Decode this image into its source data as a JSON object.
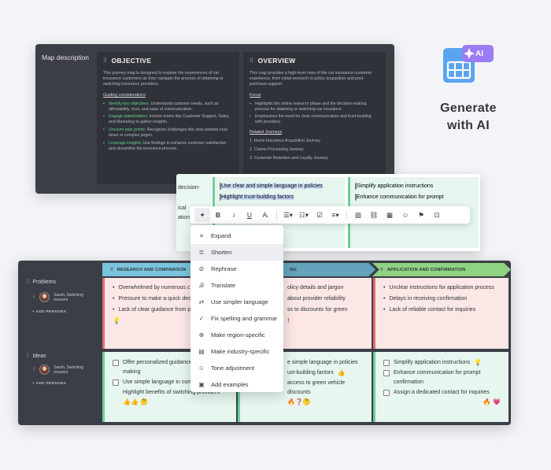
{
  "description": {
    "label": "Map description",
    "objective": {
      "title": "OBJECTIVE",
      "intro": "This journey map is designed to explore the experiences of car insurance customers as they navigate the process of obtaining or switching insurance providers.",
      "guiding_title": "Guiding considerations",
      "items": [
        {
          "key": "Identify key objectives:",
          "text": " Understand customer needs, such as affordability, trust, and ease of communication."
        },
        {
          "key": "Engage stakeholders:",
          "text": " Involve teams like Customer Support, Sales, and Marketing to gather insights."
        },
        {
          "key": "Uncover pain points:",
          "text": " Recognize challenges like slow website load times or complex jargon."
        },
        {
          "key": "Leverage insights:",
          "text": " Use findings to enhance customer satisfaction and streamline the insurance process."
        }
      ]
    },
    "overview": {
      "title": "OVERVIEW",
      "intro": "This map provides a high-level view of the car insurance customer experience, from initial research to policy acquisition and post-purchase support.",
      "focus_title": "Focus",
      "focus_items": [
        "Highlights the online research phase and the decision-making process for obtaining or switching car insurance.",
        "Emphasizes the need for clear communication and trust-building with providers."
      ],
      "related_title": "Related Journeys",
      "related": [
        "1. Home Insurance Acquisition Journey",
        "2. Claims Processing Journey",
        "3. Customer Retention and Loyalty Journey"
      ]
    }
  },
  "promo": {
    "line1": "Generate",
    "line2": "with AI",
    "badge": "AI",
    "accent": "#8b6cf0"
  },
  "mid_card": {
    "left_fragments": [
      "decision-",
      "ical",
      "ation"
    ],
    "col2": [
      "Use clear and simple language in policies",
      "Highlight trust-building factors"
    ],
    "col3": [
      "Simplify application instructions",
      "Enhance communication for prompt"
    ]
  },
  "toolbar": {
    "items": [
      "sparkle",
      "B",
      "i",
      "U",
      "Aᵢ",
      "numbered-list",
      "bullet-list",
      "checklist",
      "align",
      "image",
      "link",
      "table",
      "emoji",
      "flag",
      "embed"
    ]
  },
  "menu": {
    "items": [
      {
        "icon": "≡+",
        "label": "Expand"
      },
      {
        "icon": "≡-",
        "label": "Shorten"
      },
      {
        "icon": "⊘",
        "label": "Rephrase"
      },
      {
        "icon": "文A",
        "label": "Translate"
      },
      {
        "icon": "⇄",
        "label": "Use simpler language"
      },
      {
        "icon": "ab✓",
        "label": "Fix spelling and grammar"
      },
      {
        "icon": "⊕",
        "label": "Make region-specific"
      },
      {
        "icon": "▤",
        "label": "Make industry-specific"
      },
      {
        "icon": "☺",
        "label": "Tone adjustment"
      },
      {
        "icon": "▣",
        "label": "Add examples"
      }
    ],
    "active_index": 1
  },
  "board": {
    "stages": [
      "RESEARCH AND COMPARISON",
      "NG",
      "APPLICATION AND CONFIRMATION"
    ],
    "rows": {
      "problems": {
        "label": "Problems",
        "persona": "Sarah, Switching insurers",
        "add": "+ ADD PERSONA",
        "c1": [
          "Overwhelmed by numerous c",
          "Pressure to make a quick dec",
          "Lack of clear guidance from p"
        ],
        "c2": [
          "olicy details and jargon",
          "about provider reliability",
          "ss to discounts for green"
        ],
        "c3": [
          "Unclear instructions for application process",
          "Delays in receiving confirmation",
          "Lack of reliable contact for inquiries"
        ]
      },
      "ideas": {
        "label": "Ideas",
        "persona": "Sarah, Switching insurers",
        "add": "+ ADD PERSONA",
        "c1": [
          "Offer personalized guidance making",
          "Use simple language in com",
          "Highlight benefits of switching providers"
        ],
        "c2": [
          "e simple language in policies",
          "ust-building factors",
          "access to green vehicle discounts"
        ],
        "c3": [
          "Simplify application instructions",
          "Enhance communication for prompt confirmation",
          "Assign a dedicated contact for inquiries"
        ]
      }
    }
  }
}
